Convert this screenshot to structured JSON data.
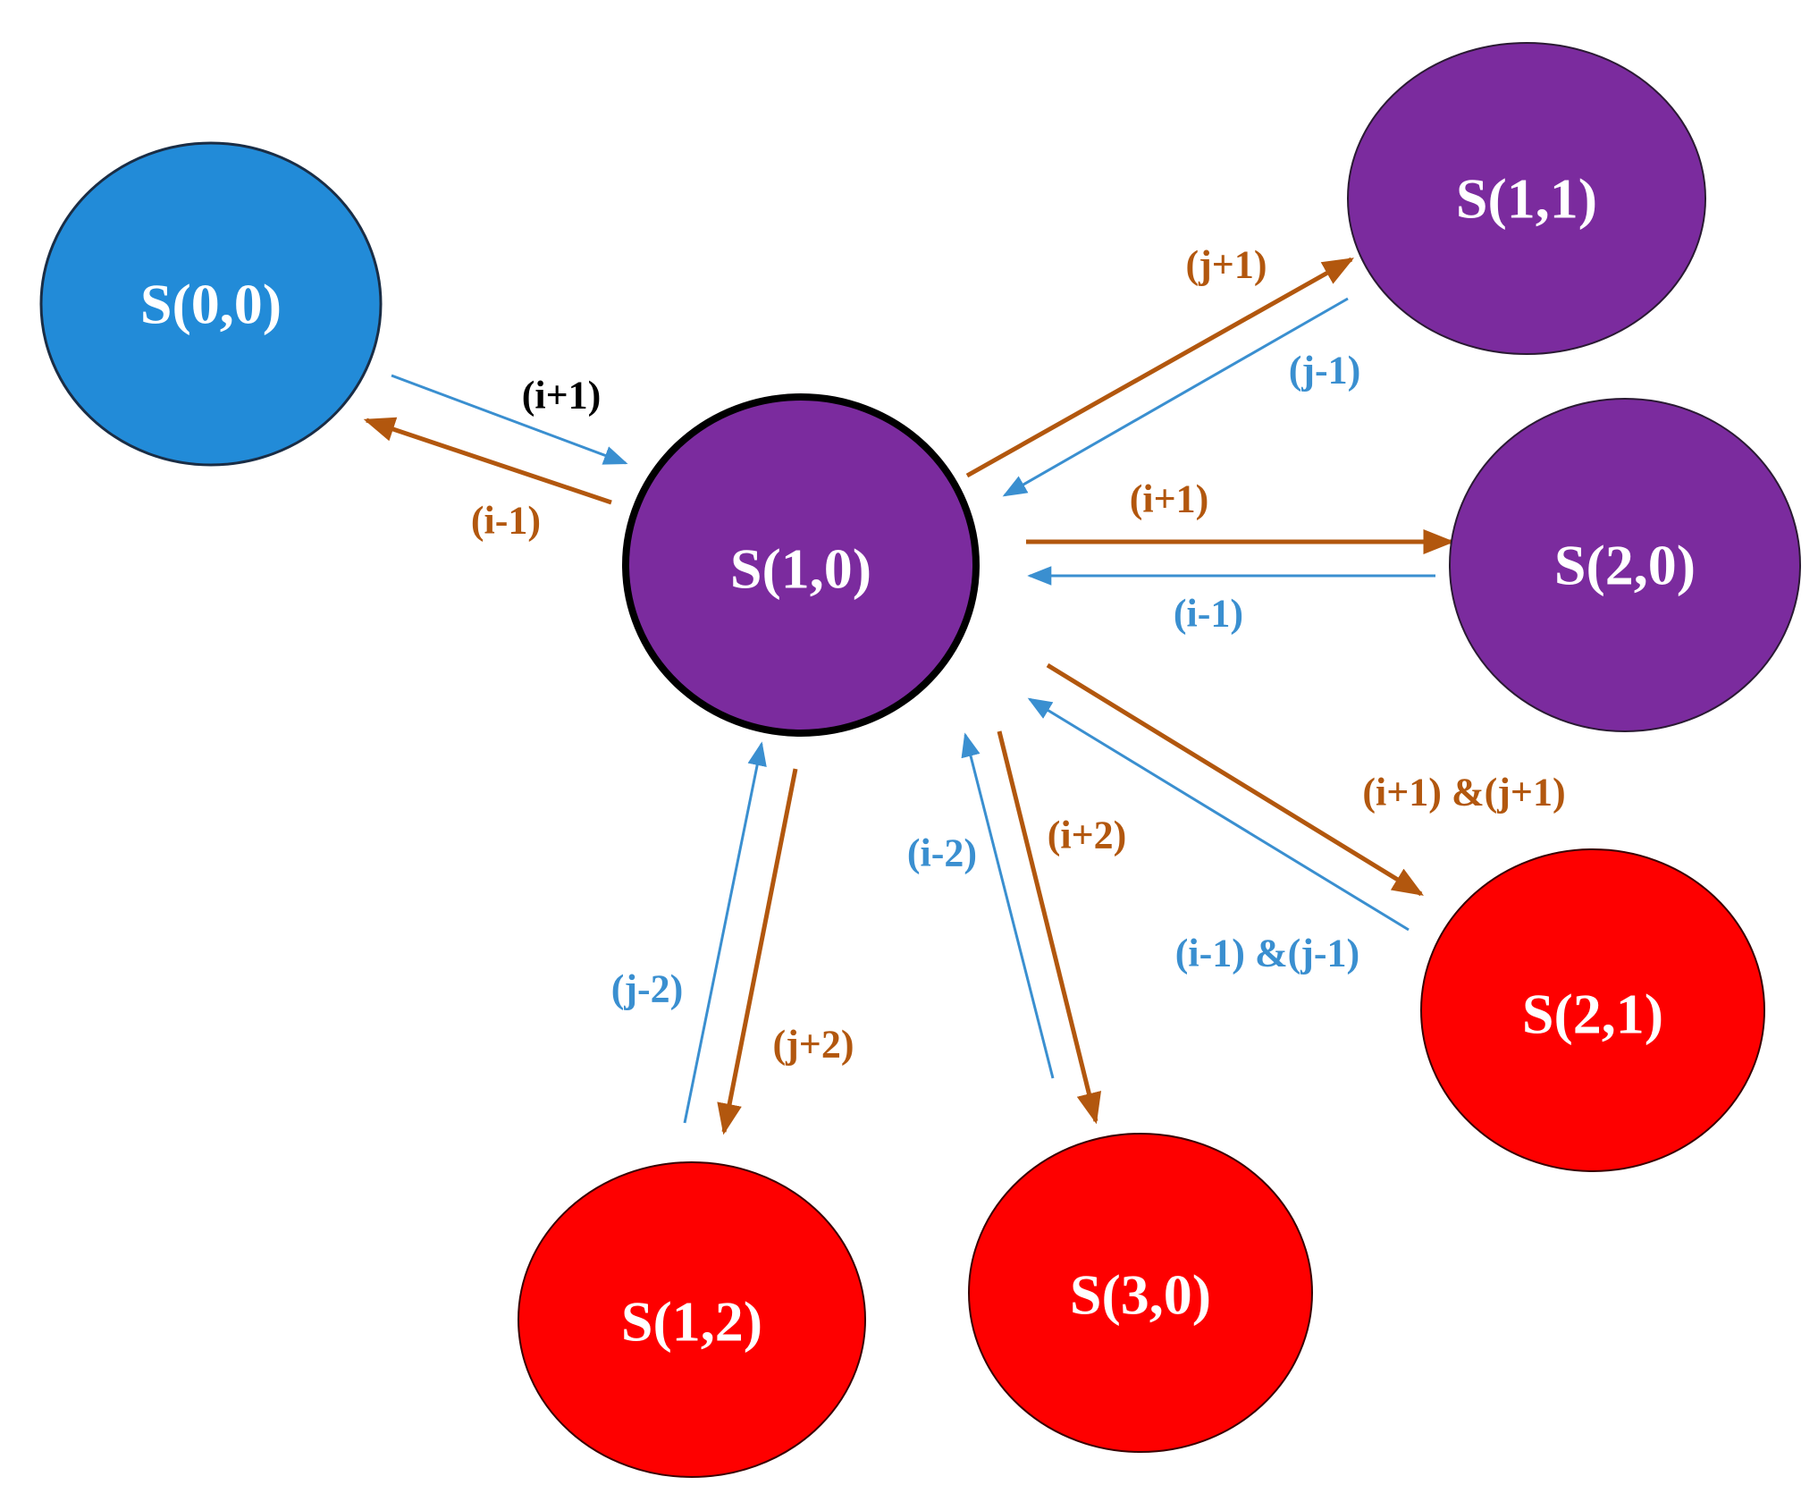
{
  "colors": {
    "blue_node": "#228BD8",
    "purple_node": "#7B2B9E",
    "red_node": "#FE0000",
    "orange_arrow": "#B2570E",
    "blue_arrow": "#3A8FD0",
    "black_label": "#000000"
  },
  "nodes": {
    "s00": "S(0,0)",
    "s10": "S(1,0)",
    "s11": "S(1,1)",
    "s20": "S(2,0)",
    "s21": "S(2,1)",
    "s12": "S(1,2)",
    "s30": "S(3,0)"
  },
  "edges": {
    "s00_to_s10": "(i+1)",
    "s10_to_s00": "(i-1)",
    "s10_to_s11": "(j+1)",
    "s11_to_s10": "(j-1)",
    "s10_to_s20": "(i+1)",
    "s20_to_s10": "(i-1)",
    "s10_to_s21": "(i+1) &(j+1)",
    "s21_to_s10": "(i-1) &(j-1)",
    "s10_to_s12": "(j+2)",
    "s12_to_s10": "(j-2)",
    "s10_to_s30": "(i+2)",
    "s30_to_s10": "(i-2)"
  }
}
